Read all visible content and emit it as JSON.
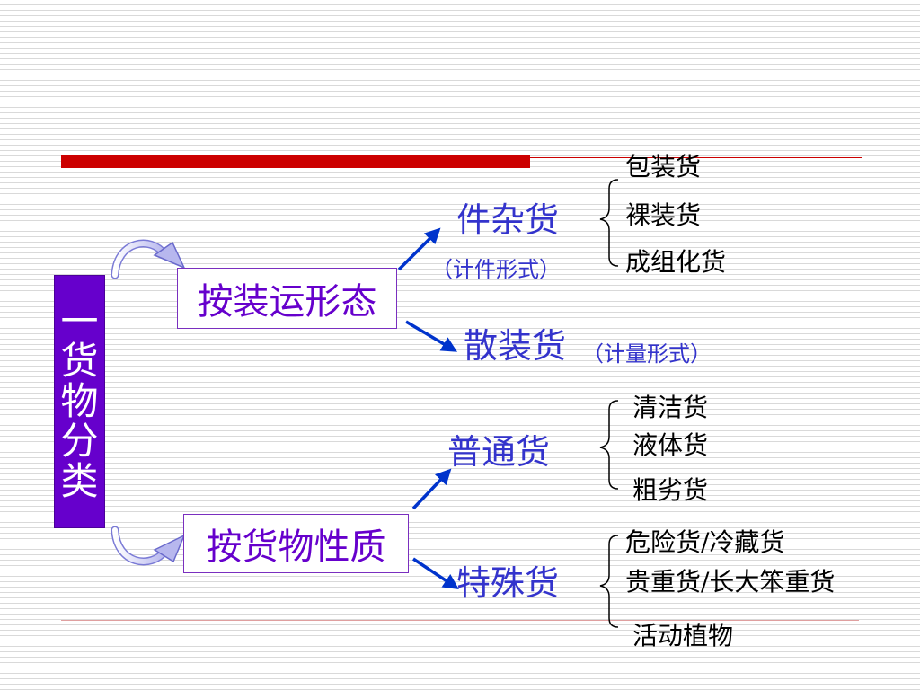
{
  "root": {
    "chars": [
      "一",
      "货",
      "物",
      "分",
      "类"
    ]
  },
  "branches": [
    {
      "label": "按装运形态"
    },
    {
      "label": "按货物性质"
    }
  ],
  "categories": {
    "general_cargo": {
      "label": "件杂货",
      "note": "（计件形式）",
      "items": [
        "包装货",
        "裸装货",
        "成组化货"
      ]
    },
    "bulk_cargo": {
      "label": "散装货",
      "note": "（计量形式）"
    },
    "ordinary_cargo": {
      "label": "普通货",
      "items": [
        "清洁货",
        "液体货",
        "粗劣货"
      ]
    },
    "special_cargo": {
      "label": "特殊货",
      "items": [
        "危险货/冷藏货",
        "贵重货/长大笨重货",
        "活动植物"
      ]
    }
  },
  "colors": {
    "title_bar": "#cc0000",
    "root_fill": "#6600cc",
    "branch_text": "#6600cc",
    "category_text": "#3333cc",
    "arrow": "#0033cc"
  }
}
